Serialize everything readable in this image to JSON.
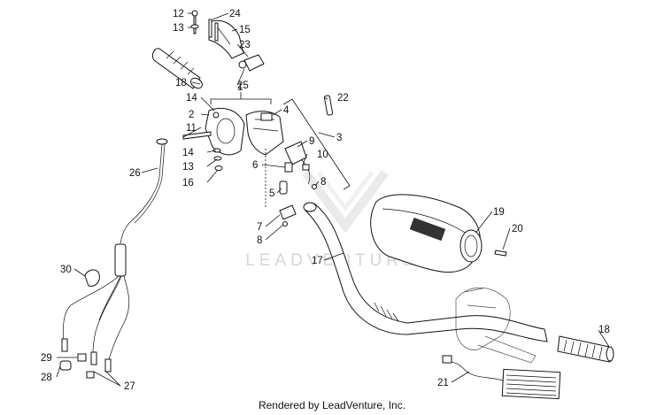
{
  "watermark": "LEADVENTURE",
  "footer": "Rendered by LeadVenture, Inc.",
  "callouts": [
    "12",
    "13",
    "24",
    "15",
    "23",
    "25",
    "18",
    "1",
    "14",
    "2",
    "11",
    "22",
    "4",
    "3",
    "9",
    "10",
    "6",
    "8",
    "14",
    "13",
    "16",
    "26",
    "5",
    "7",
    "8",
    "19",
    "20",
    "17",
    "30",
    "18",
    "29",
    "28",
    "27",
    "21"
  ]
}
